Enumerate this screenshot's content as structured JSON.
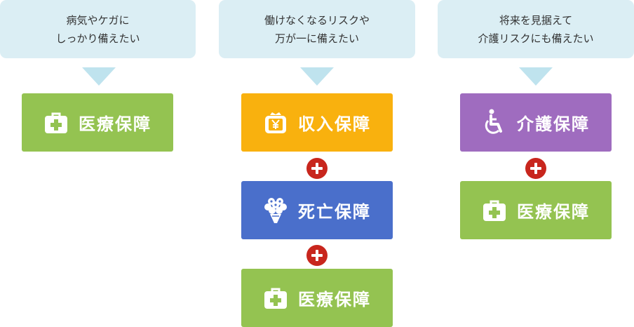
{
  "columns": [
    {
      "need_lines": [
        "病気やケガに",
        "しっかり備えたい"
      ],
      "items": [
        {
          "label": "医療保障",
          "icon": "medical-bag-icon",
          "color": "#94c351"
        }
      ]
    },
    {
      "need_lines": [
        "働けなくなるリスクや",
        "万が一に備えたい"
      ],
      "items": [
        {
          "label": "収入保障",
          "icon": "yen-wallet-icon",
          "color": "#f9b10e"
        },
        {
          "label": "死亡保障",
          "icon": "flower-bouquet-icon",
          "color": "#4a6fcb"
        },
        {
          "label": "医療保障",
          "icon": "medical-bag-icon",
          "color": "#94c351"
        }
      ]
    },
    {
      "need_lines": [
        "将来を見据えて",
        "介護リスクにも備えたい"
      ],
      "items": [
        {
          "label": "介護保障",
          "icon": "wheelchair-icon",
          "color": "#9f6cbf"
        },
        {
          "label": "医療保障",
          "icon": "medical-bag-icon",
          "color": "#94c351"
        }
      ]
    }
  ],
  "plus_symbol_color": "#c8261d",
  "need_bubble_color": "#dbeef4",
  "arrow_color": "#bfe3ee"
}
